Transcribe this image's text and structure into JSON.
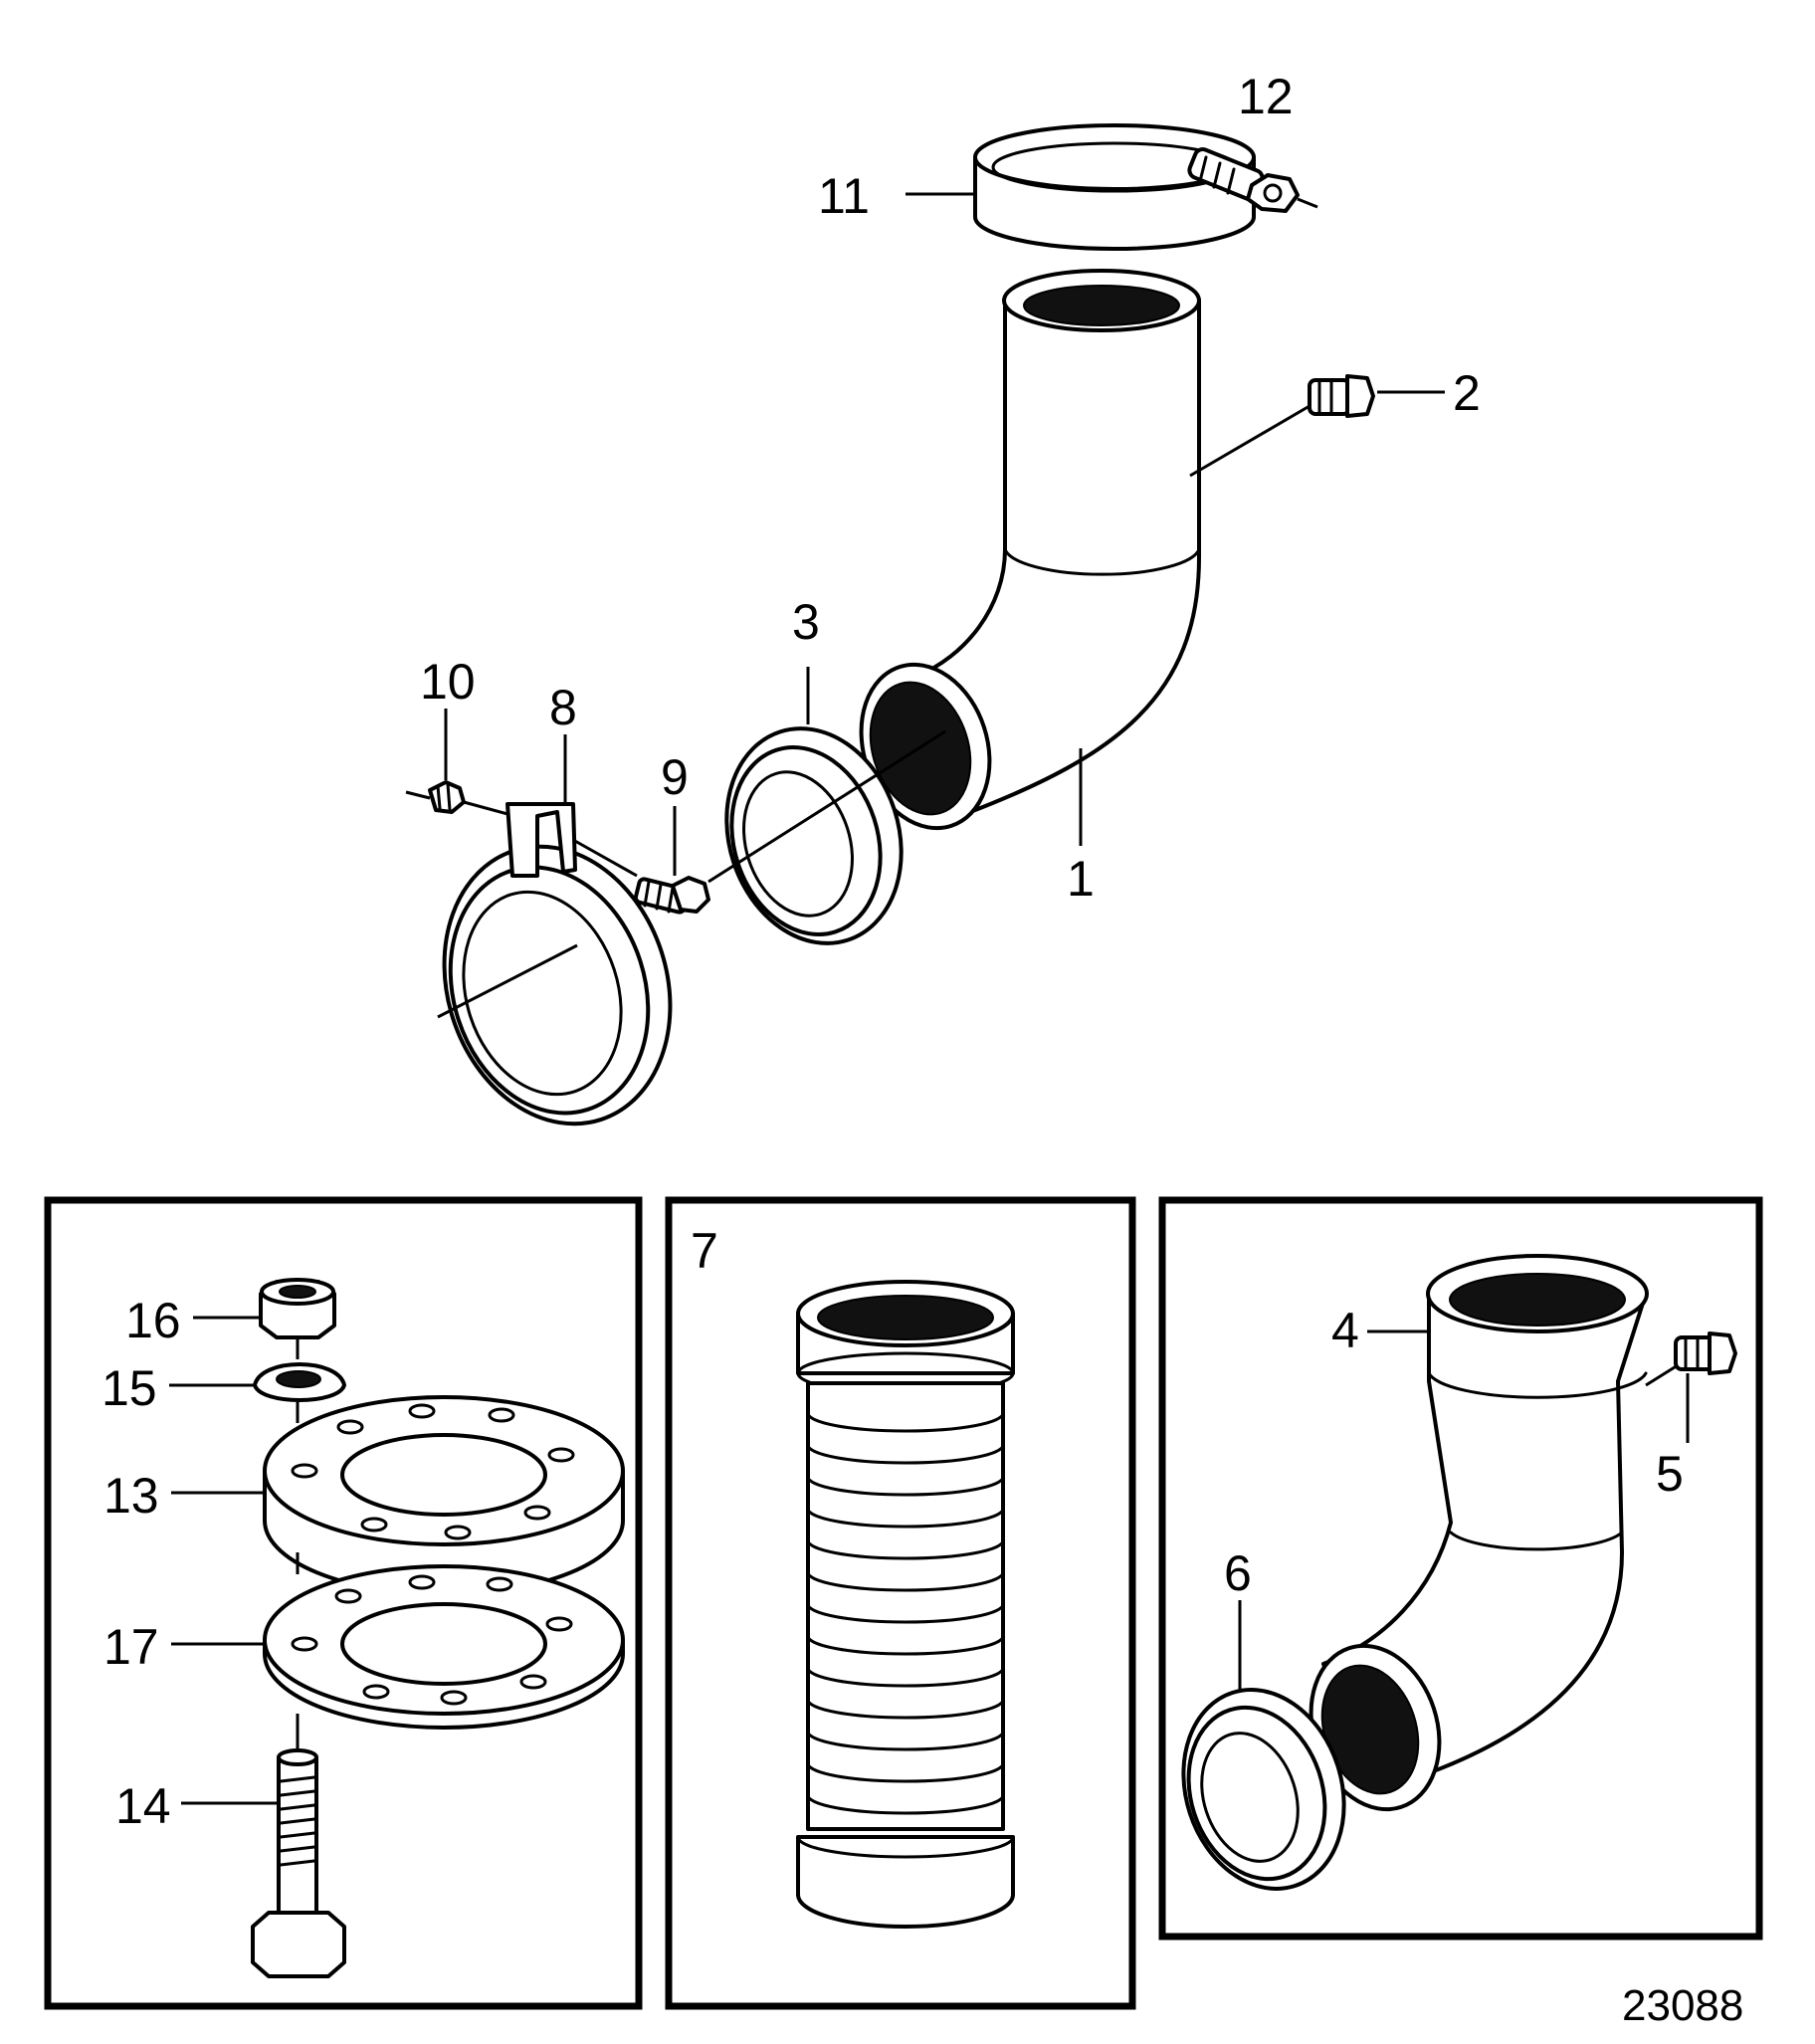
{
  "drawing_number": "23088",
  "callouts": {
    "c1": "1",
    "c2": "2",
    "c3": "3",
    "c4": "4",
    "c5": "5",
    "c6": "6",
    "c7": "7",
    "c8": "8",
    "c9": "9",
    "c10": "10",
    "c11": "11",
    "c12": "12",
    "c13": "13",
    "c14": "14",
    "c15": "15",
    "c16": "16",
    "c17": "17"
  }
}
